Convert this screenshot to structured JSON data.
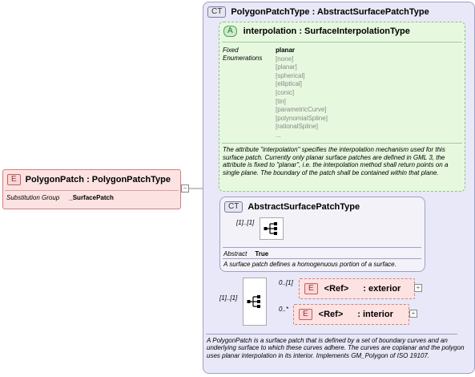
{
  "element": {
    "badge": "E",
    "title": "PolygonPatch : PolygonPatchType",
    "subst_label": "Substitution Group",
    "subst_value": "_SurfacePatch"
  },
  "complex_type": {
    "badge": "CT",
    "title": "PolygonPatchType : AbstractSurfacePatchType"
  },
  "attribute": {
    "badge": "A",
    "title": "interpolation : SurfaceInterpolationType",
    "fixed_label_1": "Fixed",
    "fixed_label_2": "Enumerations",
    "fixed_value": "planar",
    "enumerations": [
      "[none]",
      "[planar]",
      "[spherical]",
      "[elliptical]",
      "[conic]",
      "[tin]",
      "[parametricCurve]",
      "[polynomialSpline]",
      "[rationalSpline]",
      "..."
    ],
    "description": "The attribute \"interpolation\" specifies the interpolation mechanism used for this surface patch. Currently only planar surface patches are defined in GML 3, the attribute is fixed to \"planar\", i.e. the interpolation method shall return points on a single plane. The boundary of the patch shall be contained within that plane."
  },
  "base_type": {
    "badge": "CT",
    "title": "AbstractSurfacePatchType",
    "multiplicity": "[1]..[1]",
    "abstract_label": "Abstract",
    "abstract_value": "True",
    "description": "A surface patch defines a homogenuous portion of a surface."
  },
  "sequence": {
    "multiplicity": "[1]..[1]",
    "items": [
      {
        "badge": "E",
        "ref": "<Ref>",
        "name": ": exterior",
        "multiplicity": "0..[1]"
      },
      {
        "badge": "E",
        "ref": "<Ref>",
        "name": ": interior",
        "multiplicity": "0..*"
      }
    ]
  },
  "type_description": "A PolygonPatch is a surface patch that is defined by a set of boundary curves and an underlying surface to which these curves adhere. The curves are coplanar and the polygon uses planar interpolation in its interior. Implements GM_Polygon of ISO 19107.",
  "colors": {
    "element_fill": "#fde2e2",
    "complex_fill": "#e8e8f8",
    "attribute_fill": "#e6f9df"
  }
}
